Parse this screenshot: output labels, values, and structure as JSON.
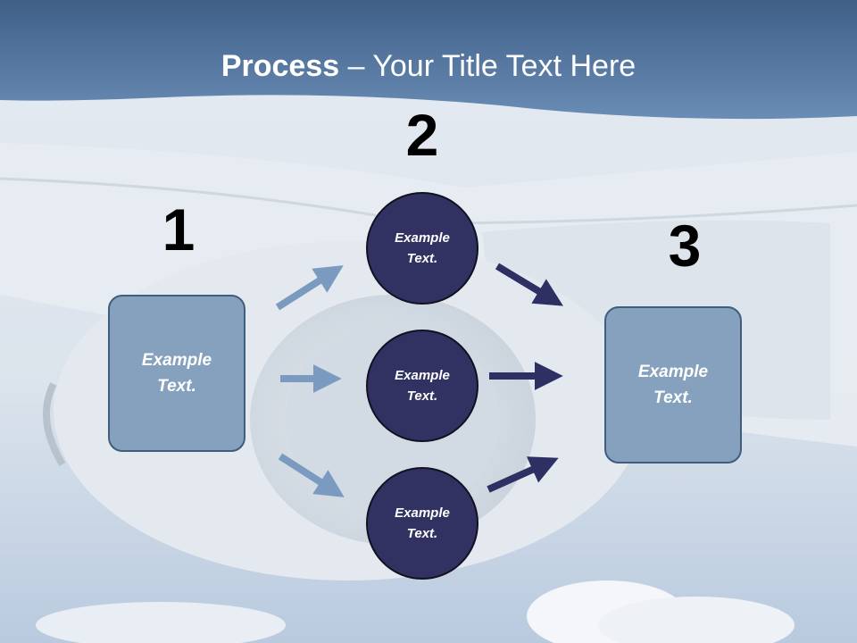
{
  "slide": {
    "title": {
      "bold": "Process",
      "rest": " – Your Title Text Here"
    },
    "steps": [
      {
        "number": "1"
      },
      {
        "number": "2"
      },
      {
        "number": "3"
      }
    ],
    "left_box": {
      "text": "Example Text."
    },
    "right_box": {
      "text": "Example Text."
    },
    "circles": [
      {
        "text": "Example Text."
      },
      {
        "text": "Example Text."
      },
      {
        "text": "Example Text."
      }
    ],
    "colors": {
      "header_band": "#4d6f97",
      "box_fill": "#86a1be",
      "circle_fill": "#313262",
      "light_arrow": "#7a9bbf",
      "dark_arrow": "#2e2f63"
    }
  }
}
